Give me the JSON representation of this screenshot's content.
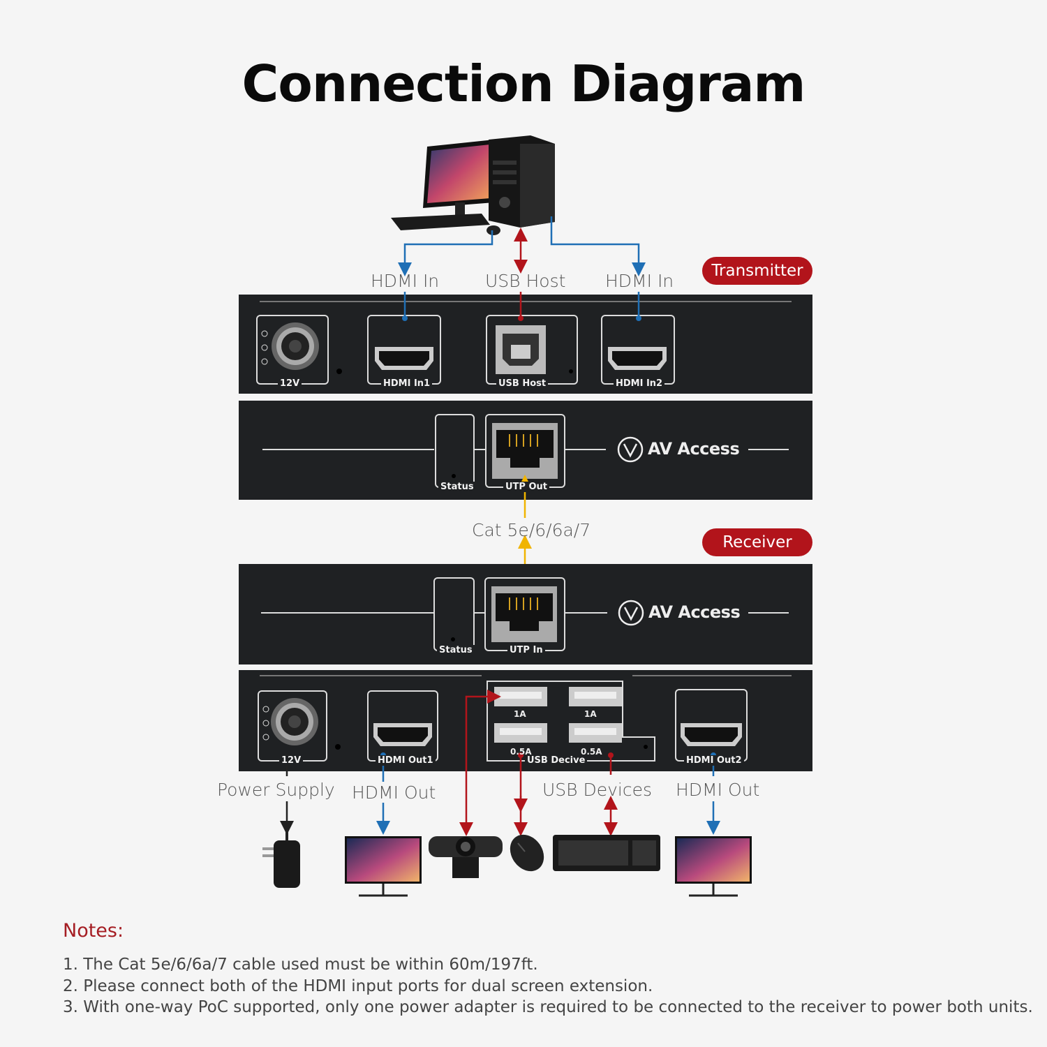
{
  "title": "Connection Diagram",
  "badges": {
    "transmitter": "Transmitter",
    "receiver": "Receiver"
  },
  "connection_labels": {
    "hdmi_in_1": "HDMI In",
    "usb_host": "USB Host",
    "hdmi_in_2": "HDMI In",
    "cable": "Cat 5e/6/6a/7",
    "power_supply": "Power Supply",
    "hdmi_out_1": "HDMI Out",
    "usb_devices": "USB Devices",
    "hdmi_out_2": "HDMI Out"
  },
  "transmitter": {
    "power_port": "12V",
    "hdmi_in1": "HDMI In1",
    "usb_host": "USB Host",
    "hdmi_in2": "HDMI In2",
    "status": "Status",
    "utp_out": "UTP Out",
    "brand": "AV Access"
  },
  "receiver": {
    "status": "Status",
    "utp_in": "UTP In",
    "brand": "AV Access",
    "power_port": "12V",
    "hdmi_out1": "HDMI Out1",
    "usb_device": "USB Decive",
    "usb_ratings": [
      "1A",
      "1A",
      "0.5A",
      "0.5A"
    ],
    "hdmi_out2": "HDMI Out2"
  },
  "notes": {
    "heading": "Notes:",
    "items": [
      "1. The Cat 5e/6/6a/7 cable used must be within 60m/197ft.",
      "2. Please connect both of the HDMI input ports for dual screen extension.",
      "3. With one-way PoC supported, only one power adapter is required to be connected to the receiver to power both units."
    ]
  },
  "colors": {
    "hdmi_line": "#1f6fb5",
    "usb_line": "#b2141b",
    "cable_line": "#f0b400",
    "power_line": "#222222",
    "badge": "#b2141b",
    "device_panel": "#1f2123"
  },
  "icons": [
    "computer-icon",
    "power-adapter-icon",
    "monitor-icon",
    "webcam-icon",
    "mouse-icon",
    "keyboard-icon",
    "av-access-logo-icon"
  ]
}
